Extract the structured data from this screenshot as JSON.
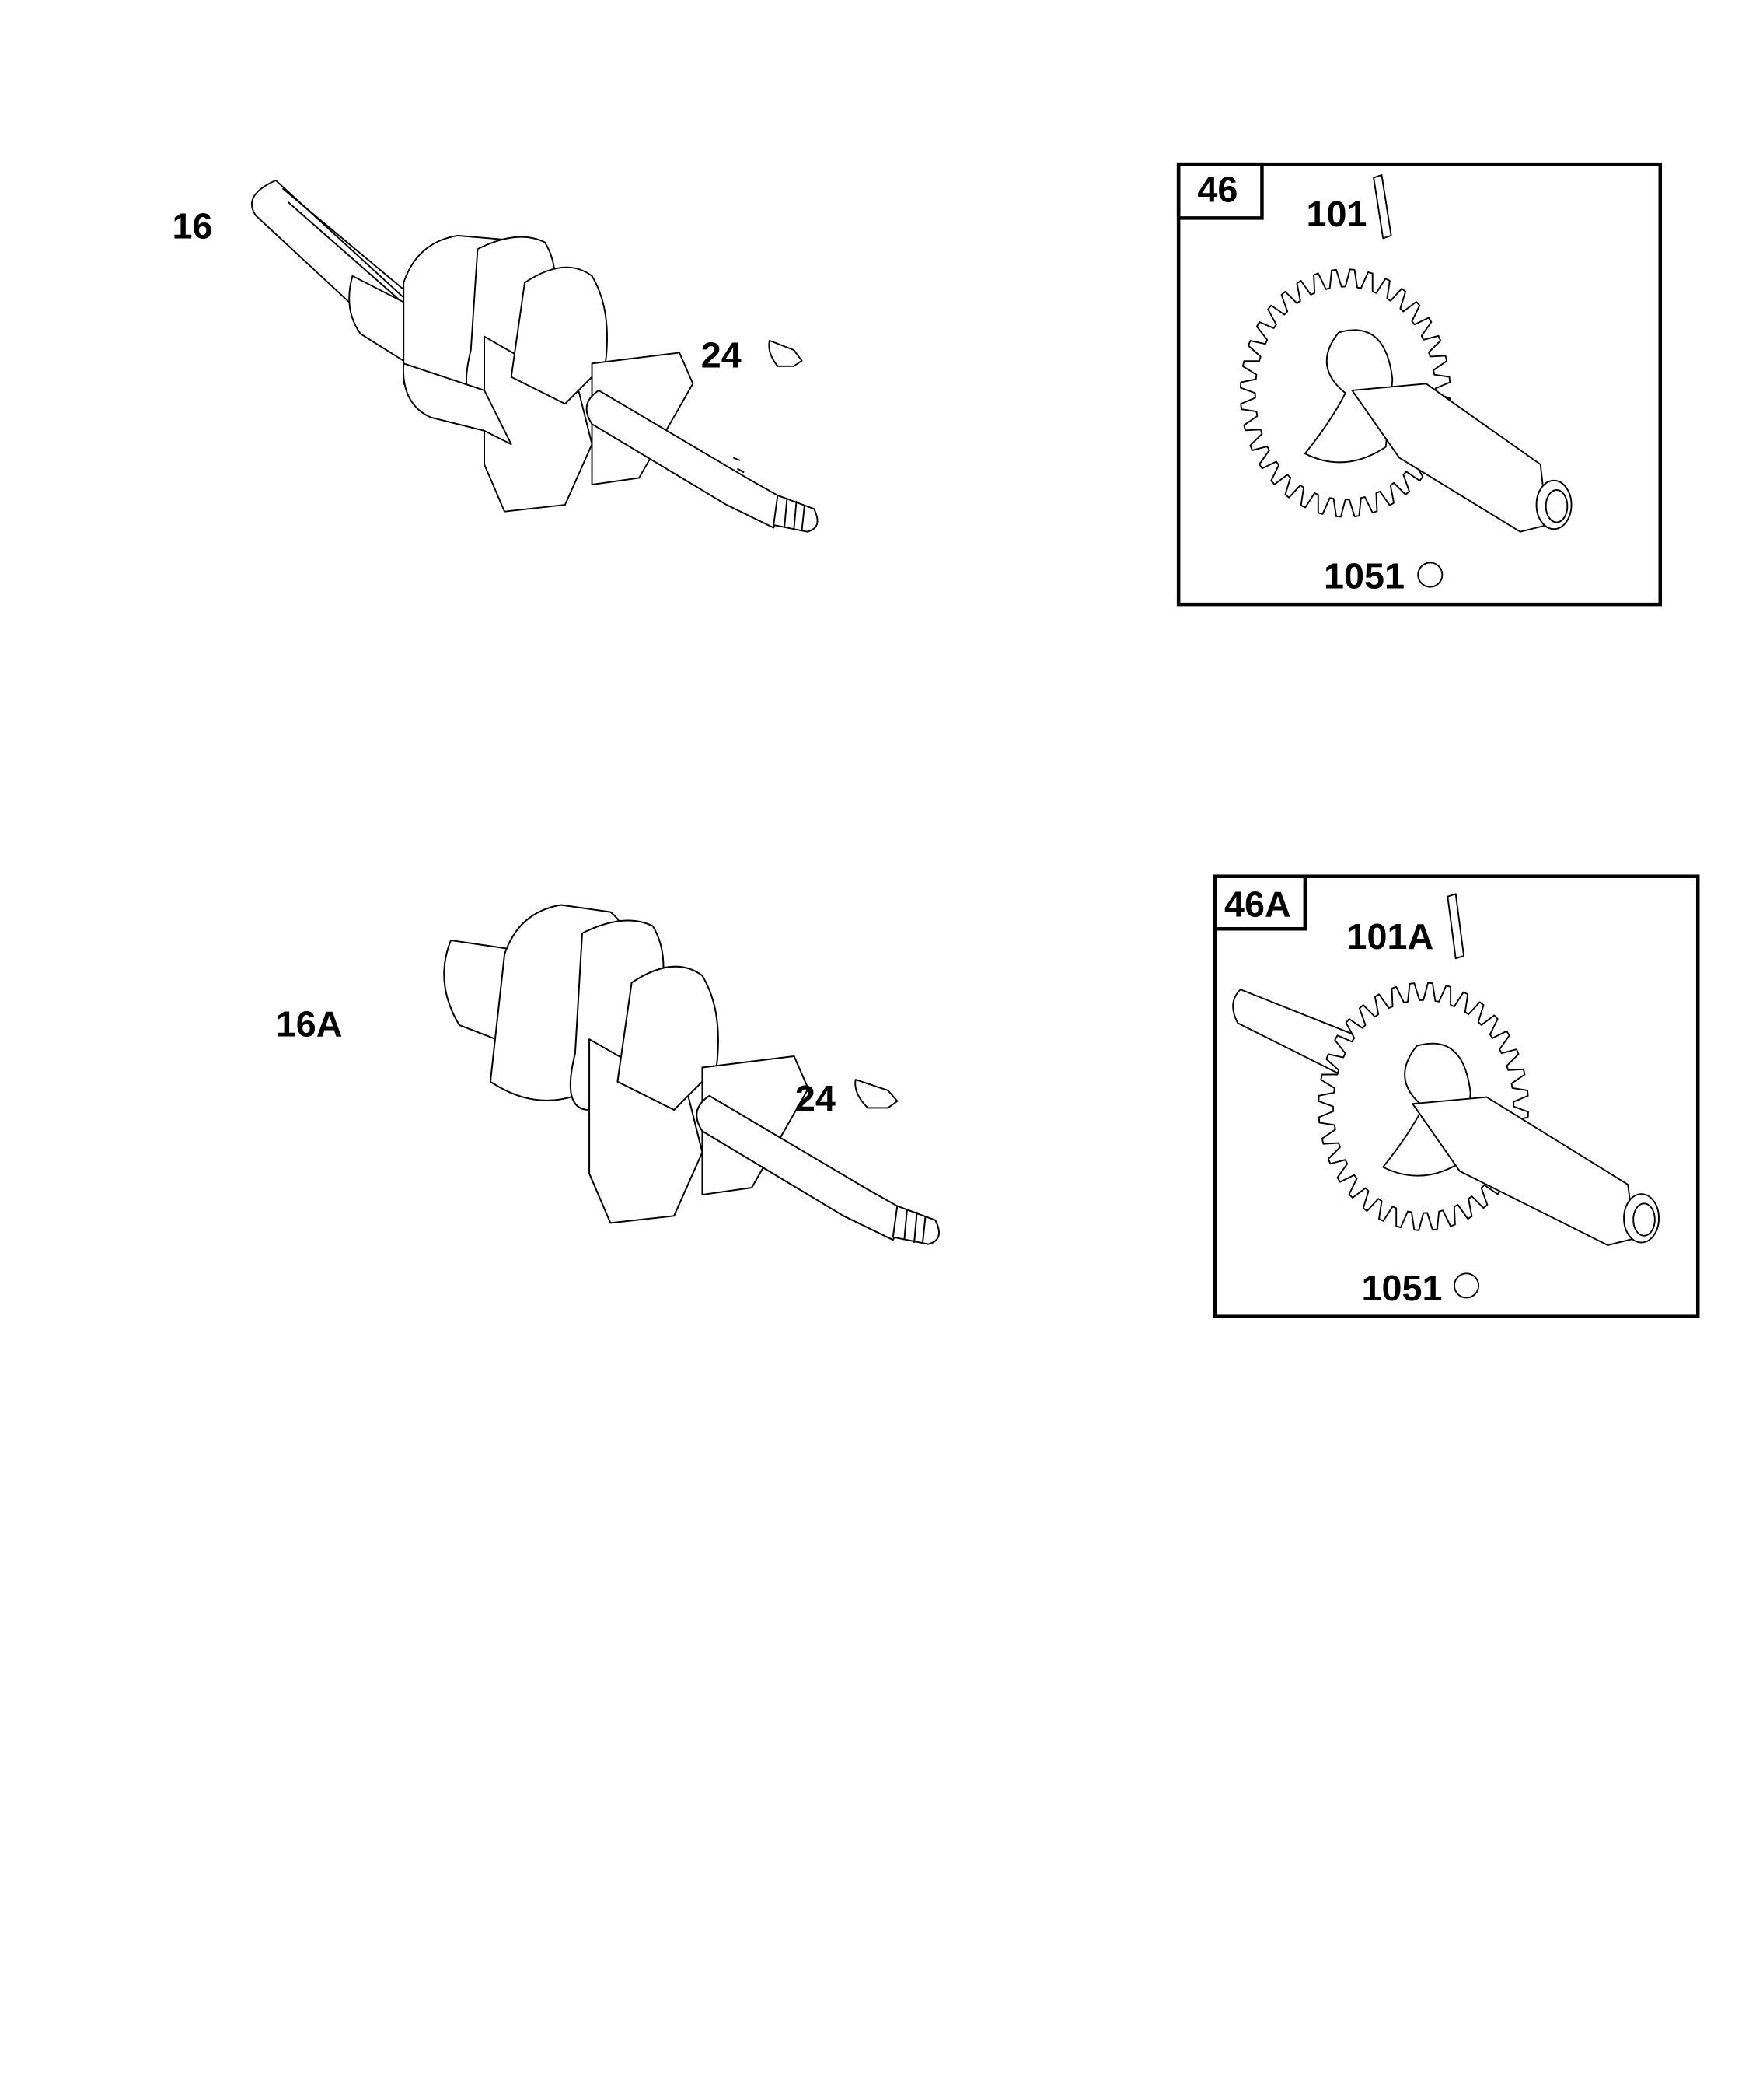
{
  "callouts": {
    "crankshaft": "16",
    "crankshaft_alt": "16A",
    "key_top": "24",
    "key_bottom": "24",
    "camshaft_box": "46",
    "camshaft_alt_box": "46A",
    "pin": "101",
    "pin_alt": "101A",
    "clip_top": "1051",
    "clip_bottom": "1051"
  }
}
